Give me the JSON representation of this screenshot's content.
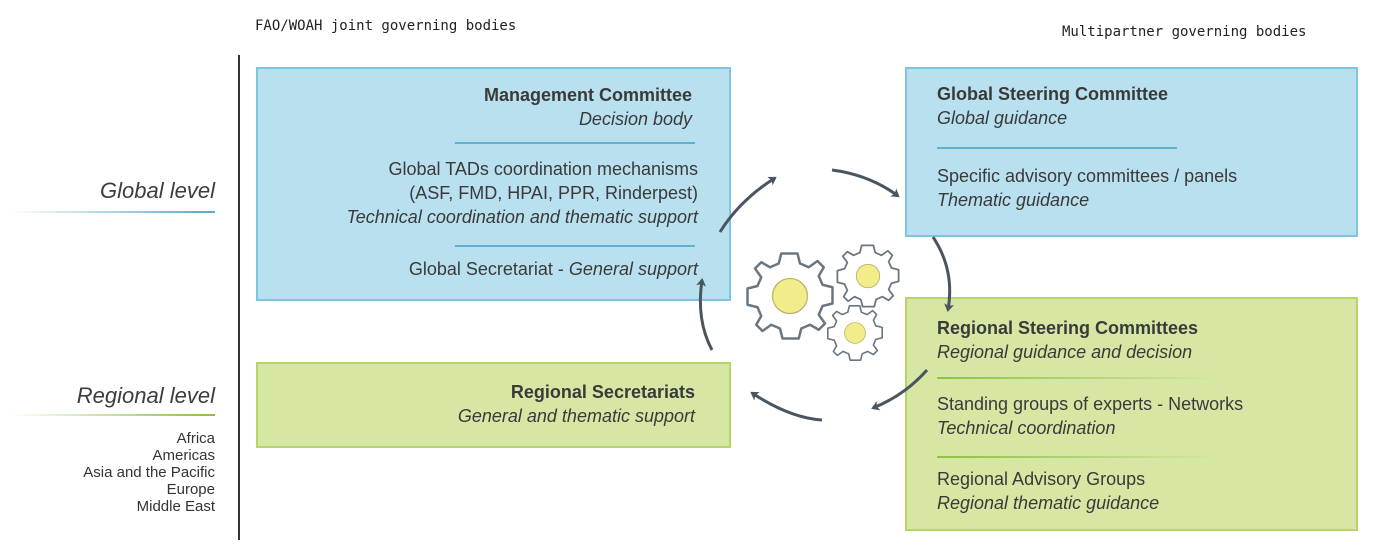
{
  "header": {
    "left": "FAO/WOAH joint governing bodies",
    "right": "Multipartner governing bodies"
  },
  "levels": {
    "global": "Global level",
    "regional": "Regional level",
    "regions": [
      "Africa",
      "Americas",
      "Asia and the Pacific",
      "Europe",
      "Middle East"
    ]
  },
  "management_box": {
    "title": "Management Committee",
    "title_sub": "Decision body",
    "coord_title": "Global TADs coordination mechanisms",
    "coord_list": "(ASF, FMD, HPAI, PPR, Rinderpest)",
    "coord_sub": "Technical coordination and thematic support",
    "secretariat_label": "Global Secretariat - ",
    "secretariat_sub": "General support"
  },
  "regional_secretariats_box": {
    "title": "Regional Secretariats",
    "sub": "General and thematic support"
  },
  "global_steering_box": {
    "title": "Global Steering Committee",
    "title_sub": "Global guidance",
    "advisory_title": "Specific advisory committees / panels",
    "advisory_sub": "Thematic guidance"
  },
  "regional_steering_box": {
    "title": "Regional Steering Committees",
    "title_sub": "Regional guidance and decision",
    "experts_title": "Standing groups of experts - Networks",
    "experts_sub": "Technical coordination",
    "advisory_title": "Regional Advisory Groups",
    "advisory_sub": "Regional thematic guidance"
  },
  "colors": {
    "blue_fill": "#b9e0ee",
    "green_fill": "#d5e7a3",
    "gear_fill": "#f3ec8a",
    "arrow": "#4a5560"
  }
}
